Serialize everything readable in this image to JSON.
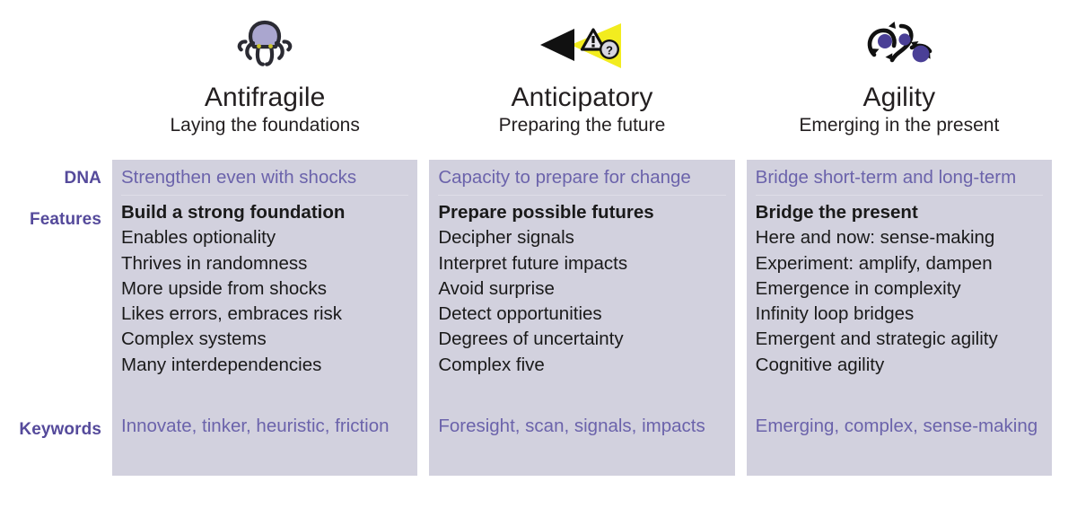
{
  "colors": {
    "panel_bg": "#d2d1de",
    "accent_purple": "#554a9b",
    "dna_purple": "#6b63ab",
    "body_text": "#1a1a1a",
    "icon_lavender": "#aaa6cf",
    "icon_yellow": "#f2ec1f",
    "icon_indigo": "#4a3f96"
  },
  "row_labels": {
    "dna": "DNA",
    "features": "Features",
    "keywords": "Keywords"
  },
  "columns": [
    {
      "icon": "octopus-icon",
      "title": "Antifragile",
      "subtitle": "Laying the foundations",
      "dna": "Strengthen even with shocks",
      "features": [
        "Build a strong foundation",
        "Enables optionality",
        "Thrives in randomness",
        "More upside from shocks",
        "Likes errors, embraces risk",
        "Complex systems",
        "Many interdependencies"
      ],
      "keywords": "Innovate, tinker, heuristic, friction"
    },
    {
      "icon": "foresight-beam-icon",
      "title": "Anticipatory",
      "subtitle": "Preparing the future",
      "dna": "Capacity to prepare for change",
      "features": [
        "Prepare possible futures",
        "Decipher signals",
        "Interpret future impacts",
        "Avoid surprise",
        "Detect opportunities",
        "Degrees of uncertainty",
        "Complex five"
      ],
      "keywords": "Foresight, scan, signals, impacts"
    },
    {
      "icon": "network-agility-icon",
      "title": "Agility",
      "subtitle": "Emerging in the present",
      "dna": "Bridge short-term and long-term",
      "features": [
        "Bridge the present",
        "Here and now: sense-making",
        "Experiment: amplify, dampen",
        "Emergence in complexity",
        "Infinity loop bridges",
        "Emergent and strategic agility",
        "Cognitive agility"
      ],
      "keywords": "Emerging, complex, sense-making"
    }
  ]
}
